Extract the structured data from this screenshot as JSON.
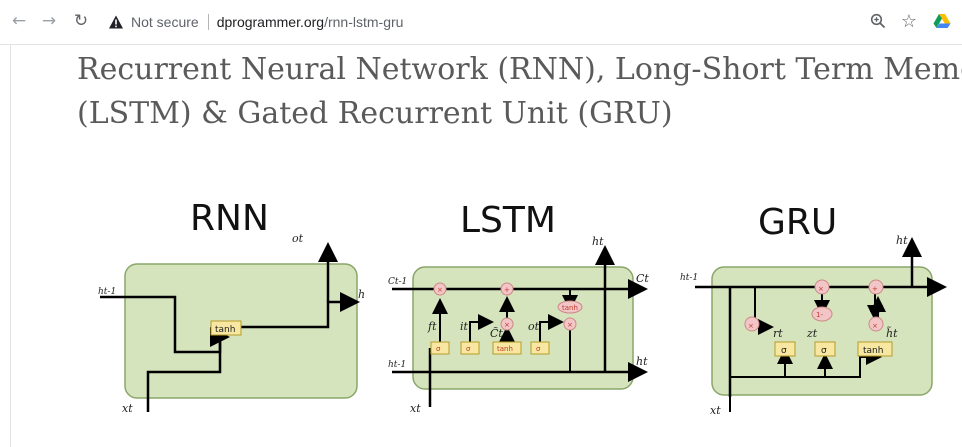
{
  "browser": {
    "security_label": "Not secure",
    "url_host": "dprogrammer.org",
    "url_path": "/rnn-lstm-gru",
    "icons": [
      "back-icon",
      "forward-icon",
      "reload-icon",
      "warning-icon",
      "zoom-icon",
      "star-icon",
      "drive-icon"
    ]
  },
  "article": {
    "title_line1": "Recurrent Neural Network (RNN), Long-Short Term Memory",
    "title_line2": "(LSTM) & Gated Recurrent Unit (GRU)"
  },
  "figure": {
    "rnn": {
      "title": "RNN",
      "gate": "tanh",
      "in_left": "ht-1",
      "out_top": "ot",
      "out_right": "h",
      "in_bottom": "xt"
    },
    "lstm": {
      "title": "LSTM",
      "gates": [
        "σ",
        "σ",
        "tanh",
        "σ"
      ],
      "labels": {
        "ft": "ft",
        "it": "it",
        "ct_tilde": "C̃t",
        "ot": "ot",
        "ct_out": "Ct",
        "ht_out": "ht",
        "ht_top": "ht",
        "xt": "xt",
        "c_in": "Ct-1",
        "h_in": "ht-1"
      },
      "ops": [
        "×",
        "+",
        "×",
        "×",
        "tanh"
      ]
    },
    "gru": {
      "title": "GRU",
      "gates": [
        "σ",
        "σ",
        "tanh"
      ],
      "labels": {
        "h_in": "ht-1",
        "h_top": "ht",
        "rt": "rt",
        "zt": "zt",
        "h_tilde": "h̃t",
        "xt": "xt"
      },
      "ops": [
        "×",
        "×",
        "+",
        "1-",
        "×"
      ]
    }
  },
  "colors": {
    "cell_fill": "#d6e4bd",
    "cell_stroke": "#8aa66a",
    "gate_fill": "#f7e7a0",
    "op_fill": "#f2c6c6"
  }
}
